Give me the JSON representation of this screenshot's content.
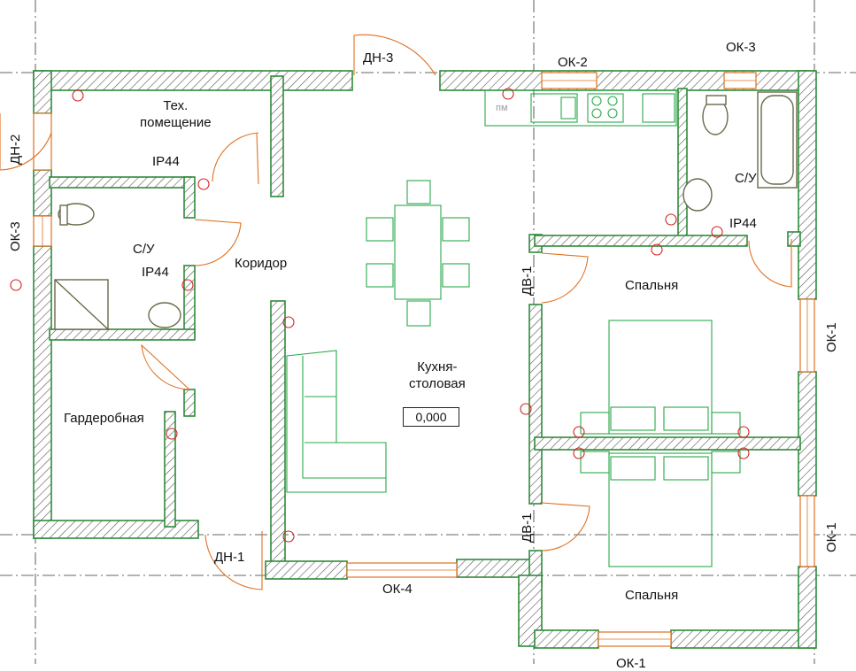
{
  "rooms": {
    "tech": "Тех.\nпомещение",
    "bath_left": "С/У",
    "bath_right": "С/У",
    "corridor": "Коридор",
    "kitchen": "Кухня-\nстоловая",
    "wardrobe": "Гардеробная",
    "bedroom_top": "Спальня",
    "bedroom_bottom": "Спальня"
  },
  "protection": {
    "ip_tech": "IP44",
    "ip_bath_left": "IP44",
    "ip_bath_right": "IP44"
  },
  "openings": {
    "dn1": "ДН-1",
    "dn2": "ДН-2",
    "dn3": "ДН-3",
    "ok1_top": "ОК-1",
    "ok1_bottom": "ОК-1",
    "ok2": "ОК-2",
    "ok3_top": "ОК-3",
    "ok3_left": "ОК-3",
    "ok4": "ОК-4",
    "ok1_partial": "ОК-1",
    "dv1_top": "ДВ-1",
    "dv1_bottom": "ДВ-1"
  },
  "marks": {
    "elevation": "0,000",
    "pm": "пм"
  },
  "colors": {
    "wall_outline": "#2f8a3a",
    "wall_hatch": "#555555",
    "furniture": "#2aa84a",
    "door_swing": "#e07020",
    "socket": "#d42020",
    "grid": "#222222"
  }
}
